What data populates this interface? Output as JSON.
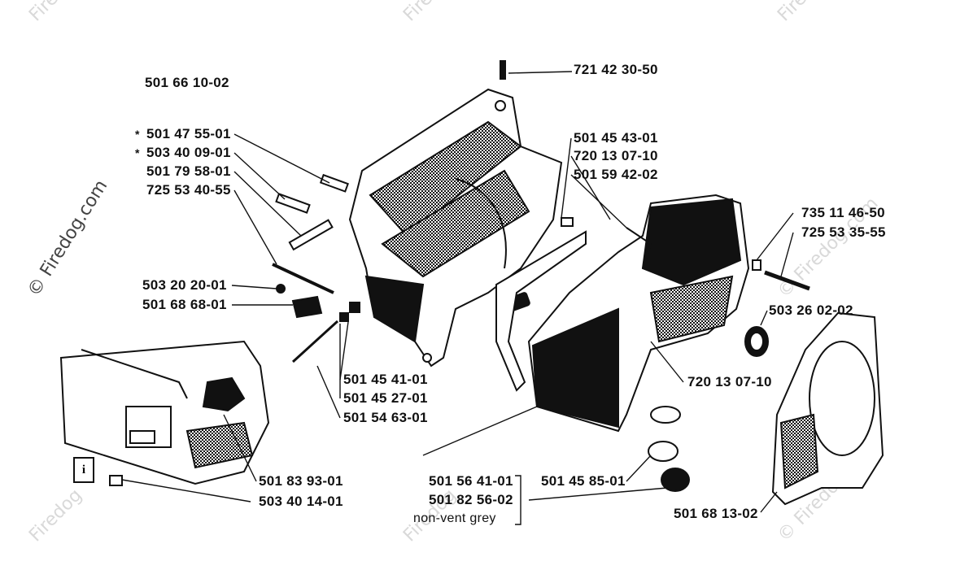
{
  "labels": {
    "l1": "721 42 30-50",
    "l2": "501 66 10-02",
    "l3": "501 47 55-01",
    "l4": "503 40 09-01",
    "l5": "501 79 58-01",
    "l6": "725 53 40-55",
    "l7": "501 45 43-01",
    "l8": "720 13 07-10",
    "l9": "501 59 42-02",
    "l10": "735 11 46-50",
    "l11": "725 53 35-55",
    "l12": "503 20 20-01",
    "l13": "501 68 68-01",
    "l14": "503 26 02-02",
    "l15": "501 45 41-01",
    "l16": "501 45 27-01",
    "l17": "501 54 63-01",
    "l18": "720 13 07-10",
    "l19": "501 83 93-01",
    "l20": "503 40 14-01",
    "l21": "501 56 41-01",
    "l22": "501 82 56-02",
    "l23": "non-vent grey",
    "l24": "501 45 85-01",
    "l25": "501 68 13-02",
    "star": "*",
    "info": "i"
  },
  "watermark": {
    "text": "Firedog",
    "site": "© Firedog.com"
  },
  "colors": {
    "ink": "#111111",
    "watermark": "#d4d4d4"
  }
}
